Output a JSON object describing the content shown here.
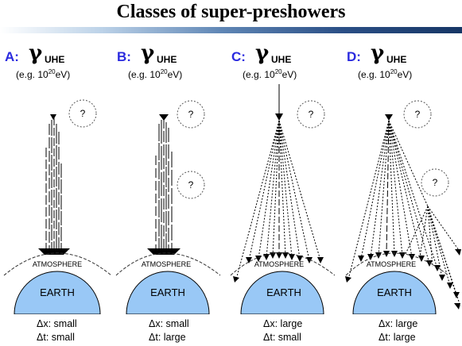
{
  "title": "Classes of super-preshowers",
  "common": {
    "gamma": "γ",
    "uhe": "UHE",
    "eg_prefix": "(e.g. 10",
    "eg_exp": "20",
    "eg_suffix": "eV)",
    "question": "?",
    "atmosphere": "ATMOSPHERE",
    "earth": "EARTH"
  },
  "panels": [
    {
      "label": "A:",
      "dx": "Δx: small",
      "dt": "Δt: small"
    },
    {
      "label": "B:",
      "dx": "Δx: small",
      "dt": "Δt: large"
    },
    {
      "label": "C:",
      "dx": "Δx: large",
      "dt": "Δt: small"
    },
    {
      "label": "D:",
      "dx": "Δx: large",
      "dt": "Δt: large"
    }
  ],
  "colors": {
    "earth_fill": "#99c8f6",
    "panel_label": "#2a2adf",
    "title_bar_dark": "#163665"
  }
}
